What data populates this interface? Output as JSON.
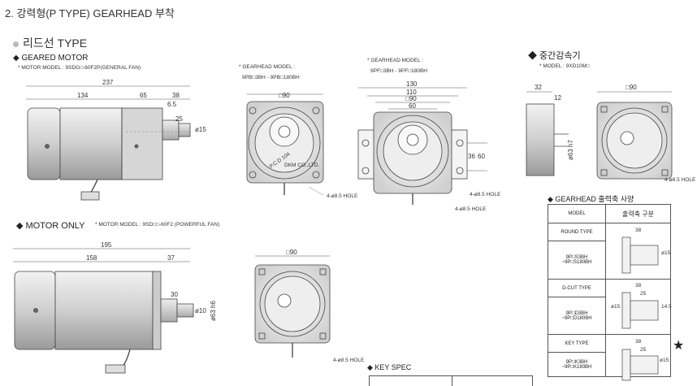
{
  "page_title": "2. 강력형(P TYPE) GEARHEAD 부착",
  "section_title": "리드선 TYPE",
  "geared_motor": {
    "heading": "◆ GEARED MOTOR",
    "model": "* MOTOR MODEL : 9SDG□-60F2P(GENERAL FAN)",
    "dims": [
      "237",
      "134",
      "65",
      "38",
      "6.5",
      "25",
      "ø15"
    ]
  },
  "gearhead_model_1": {
    "heading": "* GEARHEAD MODEL :",
    "models": "9PB□3BH - 9PB□180BH",
    "dims": [
      "□90"
    ]
  },
  "gearhead_model_2": {
    "heading": "* GEARHEAD MODEL :",
    "models": "9PF□3BH - 9PF□180BH",
    "dims": [
      "130",
      "110",
      "□90",
      "60",
      "36",
      "60"
    ]
  },
  "intermediate": {
    "heading": "◆ 중간감속기",
    "model": "* MODEL : 9XD10M□",
    "dims": [
      "32",
      "□90",
      "ø63 h7",
      "12"
    ]
  },
  "motor_only": {
    "heading": "◆ MOTOR ONLY",
    "model": "* MOTOR MODEL : 9SD□□-60F2 (POWERFUL FAN)",
    "dims": [
      "195",
      "158",
      "37",
      "30",
      "ø10",
      "ø63 h6",
      "□90"
    ]
  },
  "labels": {
    "hole": "4-ø8.5 HOLE",
    "pcd": "P.C.D 104",
    "company": "DKM CO.,LTD."
  },
  "gearhead_table": {
    "heading": "◆ GEARHEAD 출력축 사양",
    "col_model": "MODEL",
    "col_shaft": "출력축 구분",
    "rows": [
      {
        "type": "ROUND TYPE",
        "models": [
          "9P□S3BH",
          "~9P□S180BH"
        ],
        "dims": [
          "38",
          "ø15"
        ]
      },
      {
        "type": "D-CUT TYPE",
        "models": [
          "9P□D3BH",
          "~9P□D180BH"
        ],
        "dims": [
          "38",
          "25",
          "ø15",
          "14.5"
        ]
      },
      {
        "type": "KEY TYPE",
        "models": [
          "9P□K3BH",
          "~9P□K180BH"
        ],
        "dims": [
          "38",
          "25",
          "ø15"
        ]
      }
    ],
    "star": "★"
  },
  "key_spec": {
    "heading": "◆ KEY SPEC"
  }
}
